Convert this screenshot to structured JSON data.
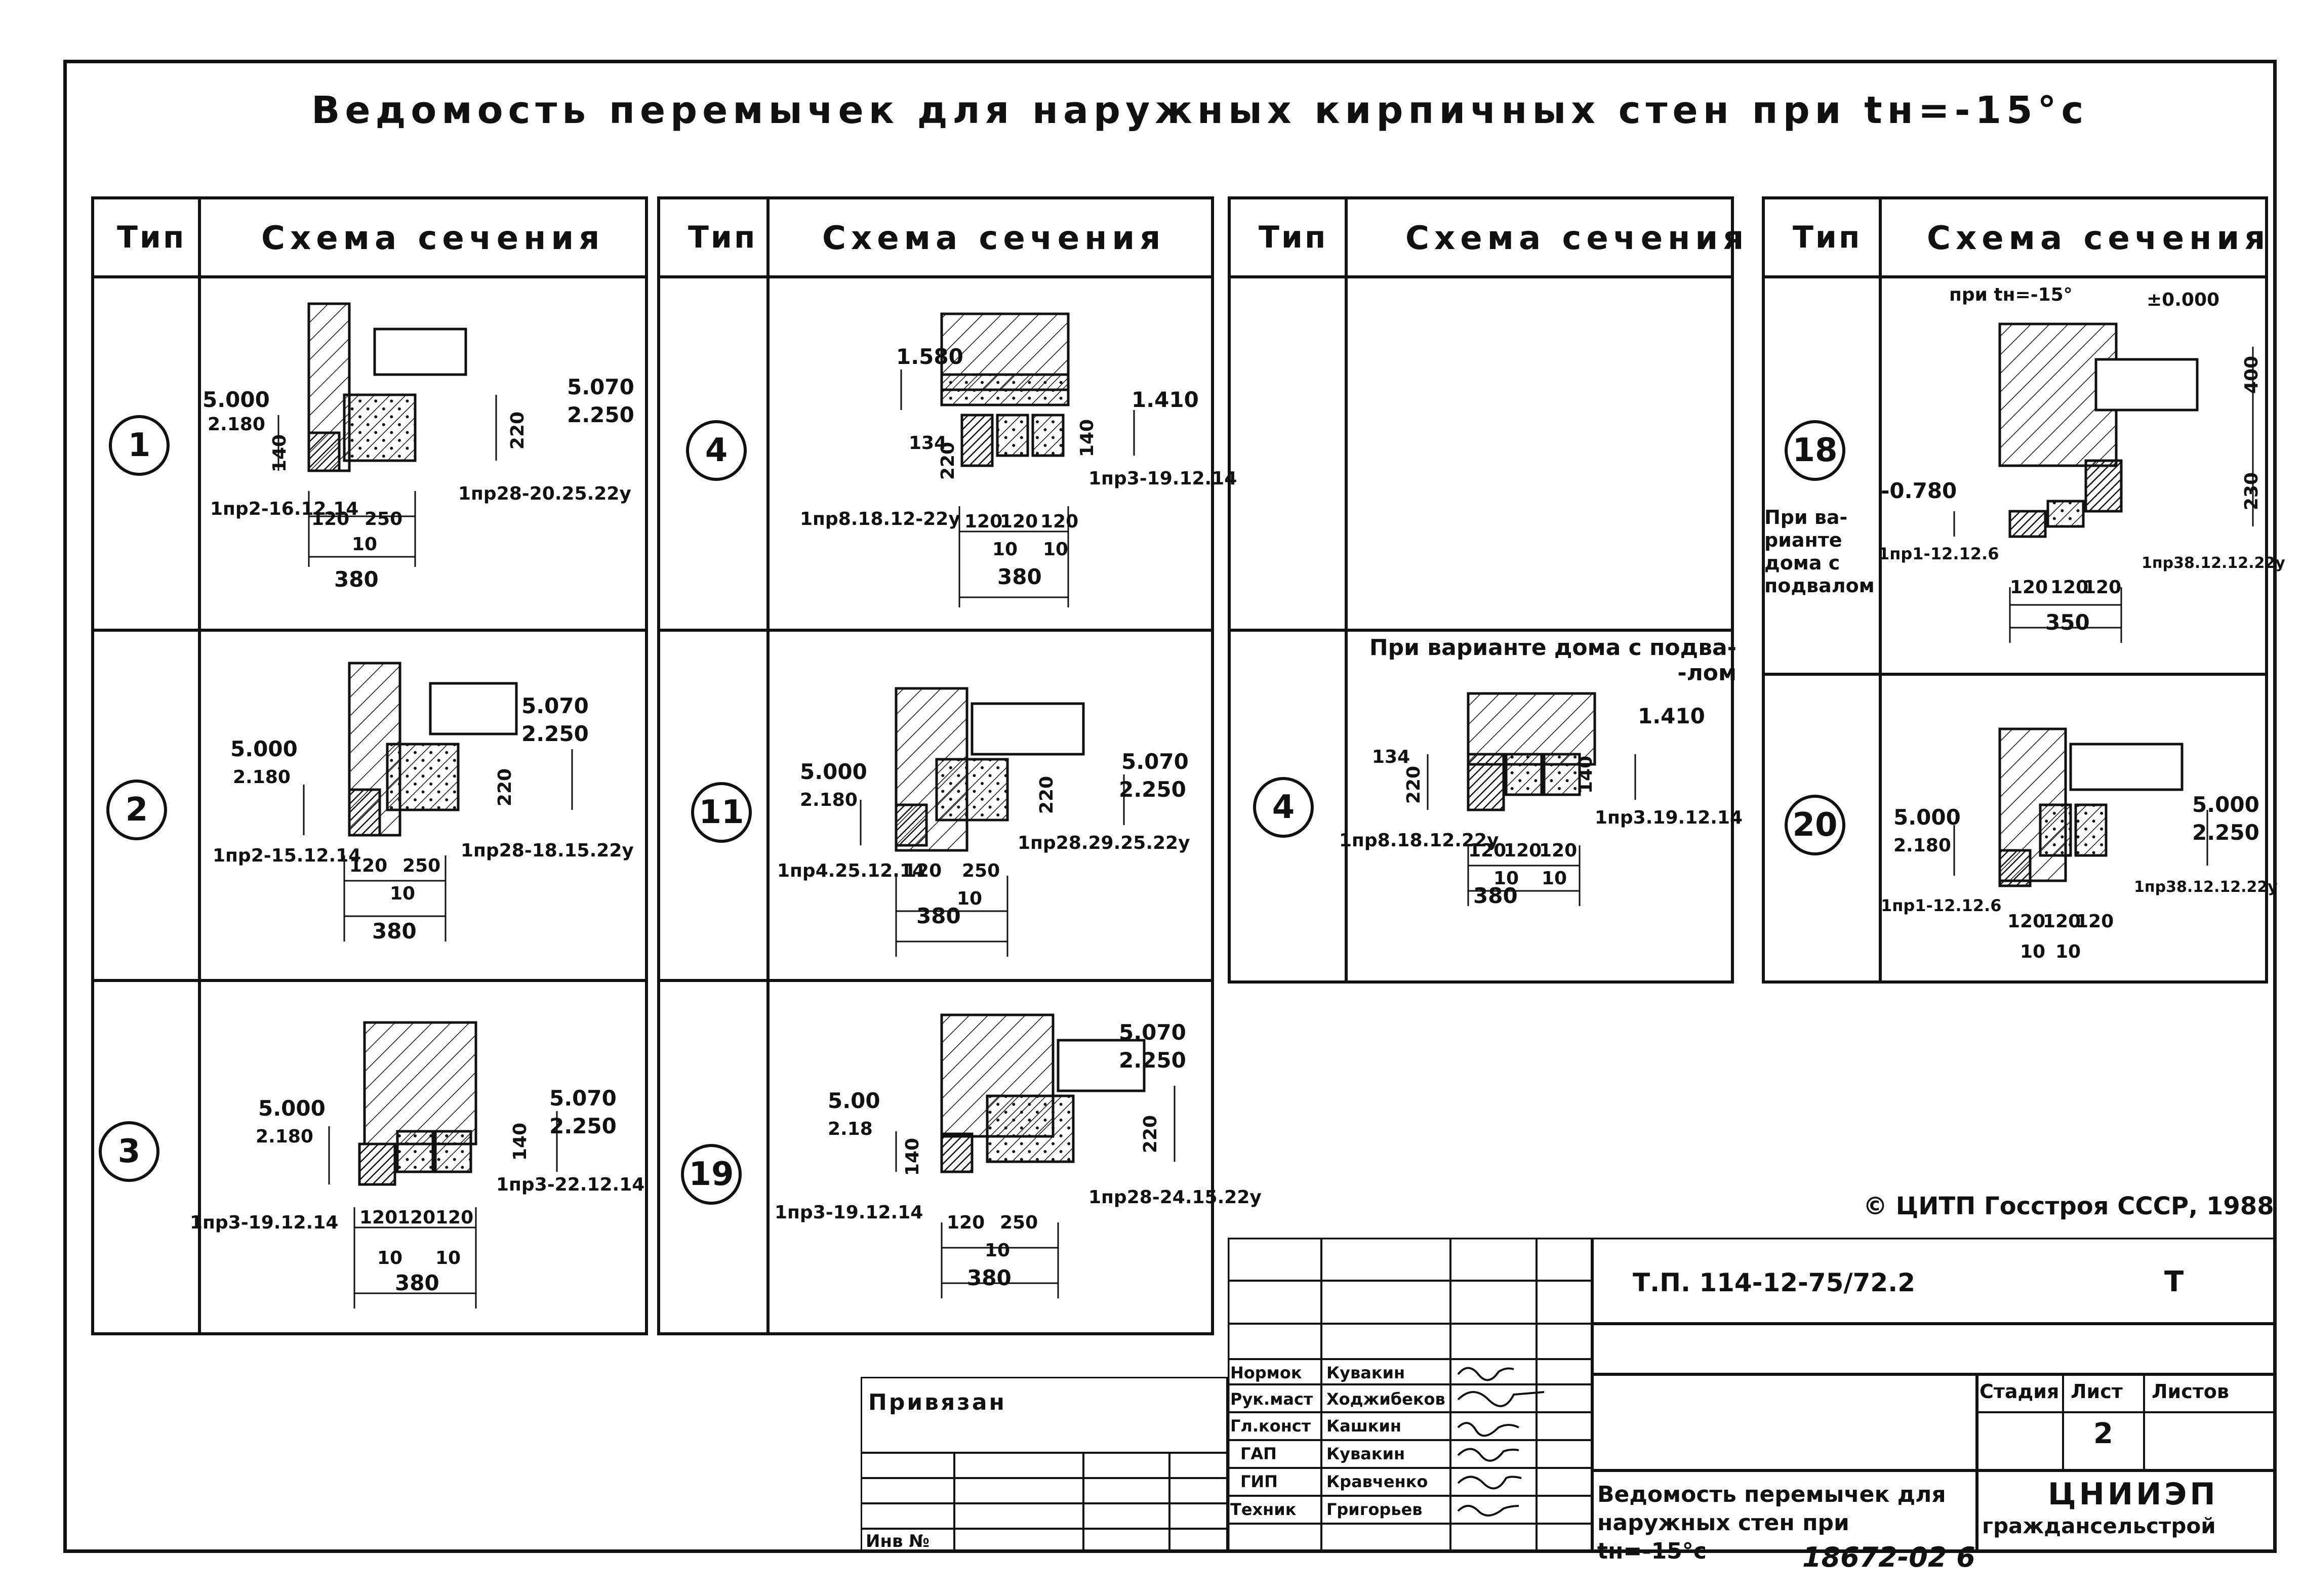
{
  "title": "Ведомость перемычек для наружных кирпичных стен при tн=-15°с",
  "header": {
    "type_label": "Тип",
    "schema_label": "Схема сечения"
  },
  "sections": {
    "t1": {
      "id": "1",
      "top_mark": "5.070",
      "top_sub": "2.250",
      "left_mark": "5.000",
      "left_sub": "2.180",
      "h_dim": "220",
      "h2_dim": "140",
      "lintel_a": "1пр2-16.12.14",
      "lintel_b": "1пр28-20.25.22у",
      "w1": "120",
      "w2": "250",
      "gap": "10",
      "total": "380"
    },
    "t2": {
      "id": "2",
      "top_mark": "5.070",
      "top_sub": "2.250",
      "left_mark": "5.000",
      "left_sub": "2.180",
      "h_dim": "220",
      "lintel_a": "1пр2-15.12.14",
      "lintel_b": "1пр28-18.15.22у",
      "w1": "120",
      "w2": "250",
      "gap": "10",
      "total": "380"
    },
    "t3": {
      "id": "3",
      "top_mark": "5.070",
      "top_sub": "2.250",
      "left_mark": "5.000",
      "left_sub": "2.180",
      "h_dim": "140",
      "lintel_a": "1пр3-19.12.14",
      "lintel_b": "1пр3-22.12.14",
      "w1": "120",
      "w2": "120",
      "w3": "120",
      "gap": "10",
      "total": "380"
    },
    "t4a": {
      "id": "4",
      "top_mark": "1.580",
      "right_mark": "1.410",
      "h_dim": "140",
      "h2_dim": "220",
      "h3_dim": "134",
      "lintel_a": "1пр8.18.12-22у",
      "lintel_b": "1пр3-19.12.14",
      "w1": "120",
      "w2": "120",
      "w3": "120",
      "gap": "10",
      "total": "380"
    },
    "t11": {
      "id": "11",
      "top_mark": "5.070",
      "top_sub": "2.250",
      "left_mark": "5.000",
      "left_sub": "2.180",
      "h_dim": "220",
      "lintel_a": "1пр4.25.12.14",
      "lintel_b": "1пр28.29.25.22у",
      "w1": "120",
      "w2": "250",
      "gap": "10",
      "total": "380"
    },
    "t19": {
      "id": "19",
      "top_mark": "5.070",
      "top_sub": "2.250",
      "left_mark": "5.00",
      "left_sub": "2.18",
      "h_dim": "220",
      "h2_dim": "140",
      "lintel_a": "1пр3-19.12.14",
      "lintel_b": "1пр28-24.15.22у",
      "w1": "120",
      "w2": "250",
      "gap": "10",
      "total": "380"
    },
    "t4b": {
      "id": "4",
      "note": "При варианте дома с подва-\n-лом",
      "right_mark": "1.410",
      "h_dim": "140",
      "h2_dim": "220",
      "h3_dim": "134",
      "lintel_a": "1пр8.18.12.22у",
      "lintel_b": "1пр3.19.12.14",
      "w1": "120",
      "w2": "120",
      "w3": "120",
      "gap": "10",
      "total": "380"
    },
    "t18": {
      "id": "18",
      "note": "При ва-\nрианте\nдома с\nподвалом",
      "top_note": "при tн=-15°",
      "zero_mark": "±0.000",
      "left_mark": "-0.780",
      "h_dim": "400",
      "h2_dim": "230",
      "lintel_a": "1пр1-12.12.6",
      "lintel_b": "1пр38.12.12.22у",
      "w1": "120",
      "w2": "120",
      "w3": "120",
      "total": "350"
    },
    "t20": {
      "id": "20",
      "top_mark": "5.000",
      "top_sub": "2.250",
      "left_mark": "5.000",
      "left_sub": "2.180",
      "lintel_a": "1пр1-12.12.6",
      "lintel_b": "1пр38.12.12.22у",
      "w1": "120",
      "w2": "120",
      "w3": "120",
      "gap": "10"
    }
  },
  "copyright": "© ЦИТП Госстроя СССР, 1988",
  "stamp": {
    "doc_code": "Т.П. 114-12-75/72.2",
    "doc_letter": "Т",
    "attached": "Привязан",
    "inv_no": "Инв №",
    "roles": [
      "Нормок",
      "Рук.маст",
      "Гл.конст",
      "ГАП",
      "ГИП",
      "Техник"
    ],
    "names": [
      "Кувакин",
      "Ходжибеков",
      "Кашкин",
      "Кувакин",
      "Кравченко",
      "Григорьев"
    ],
    "sheet_title": "Ведомость перемычек для наружных стен при tн=-15°с",
    "stage_label": "Стадия",
    "sheet_label": "Лист",
    "sheets_label": "Листов",
    "sheet_no": "2",
    "org_name": "ЦНИИЭП",
    "org_sub": "граждансельстрой"
  },
  "footer_number": "18672-02  6"
}
